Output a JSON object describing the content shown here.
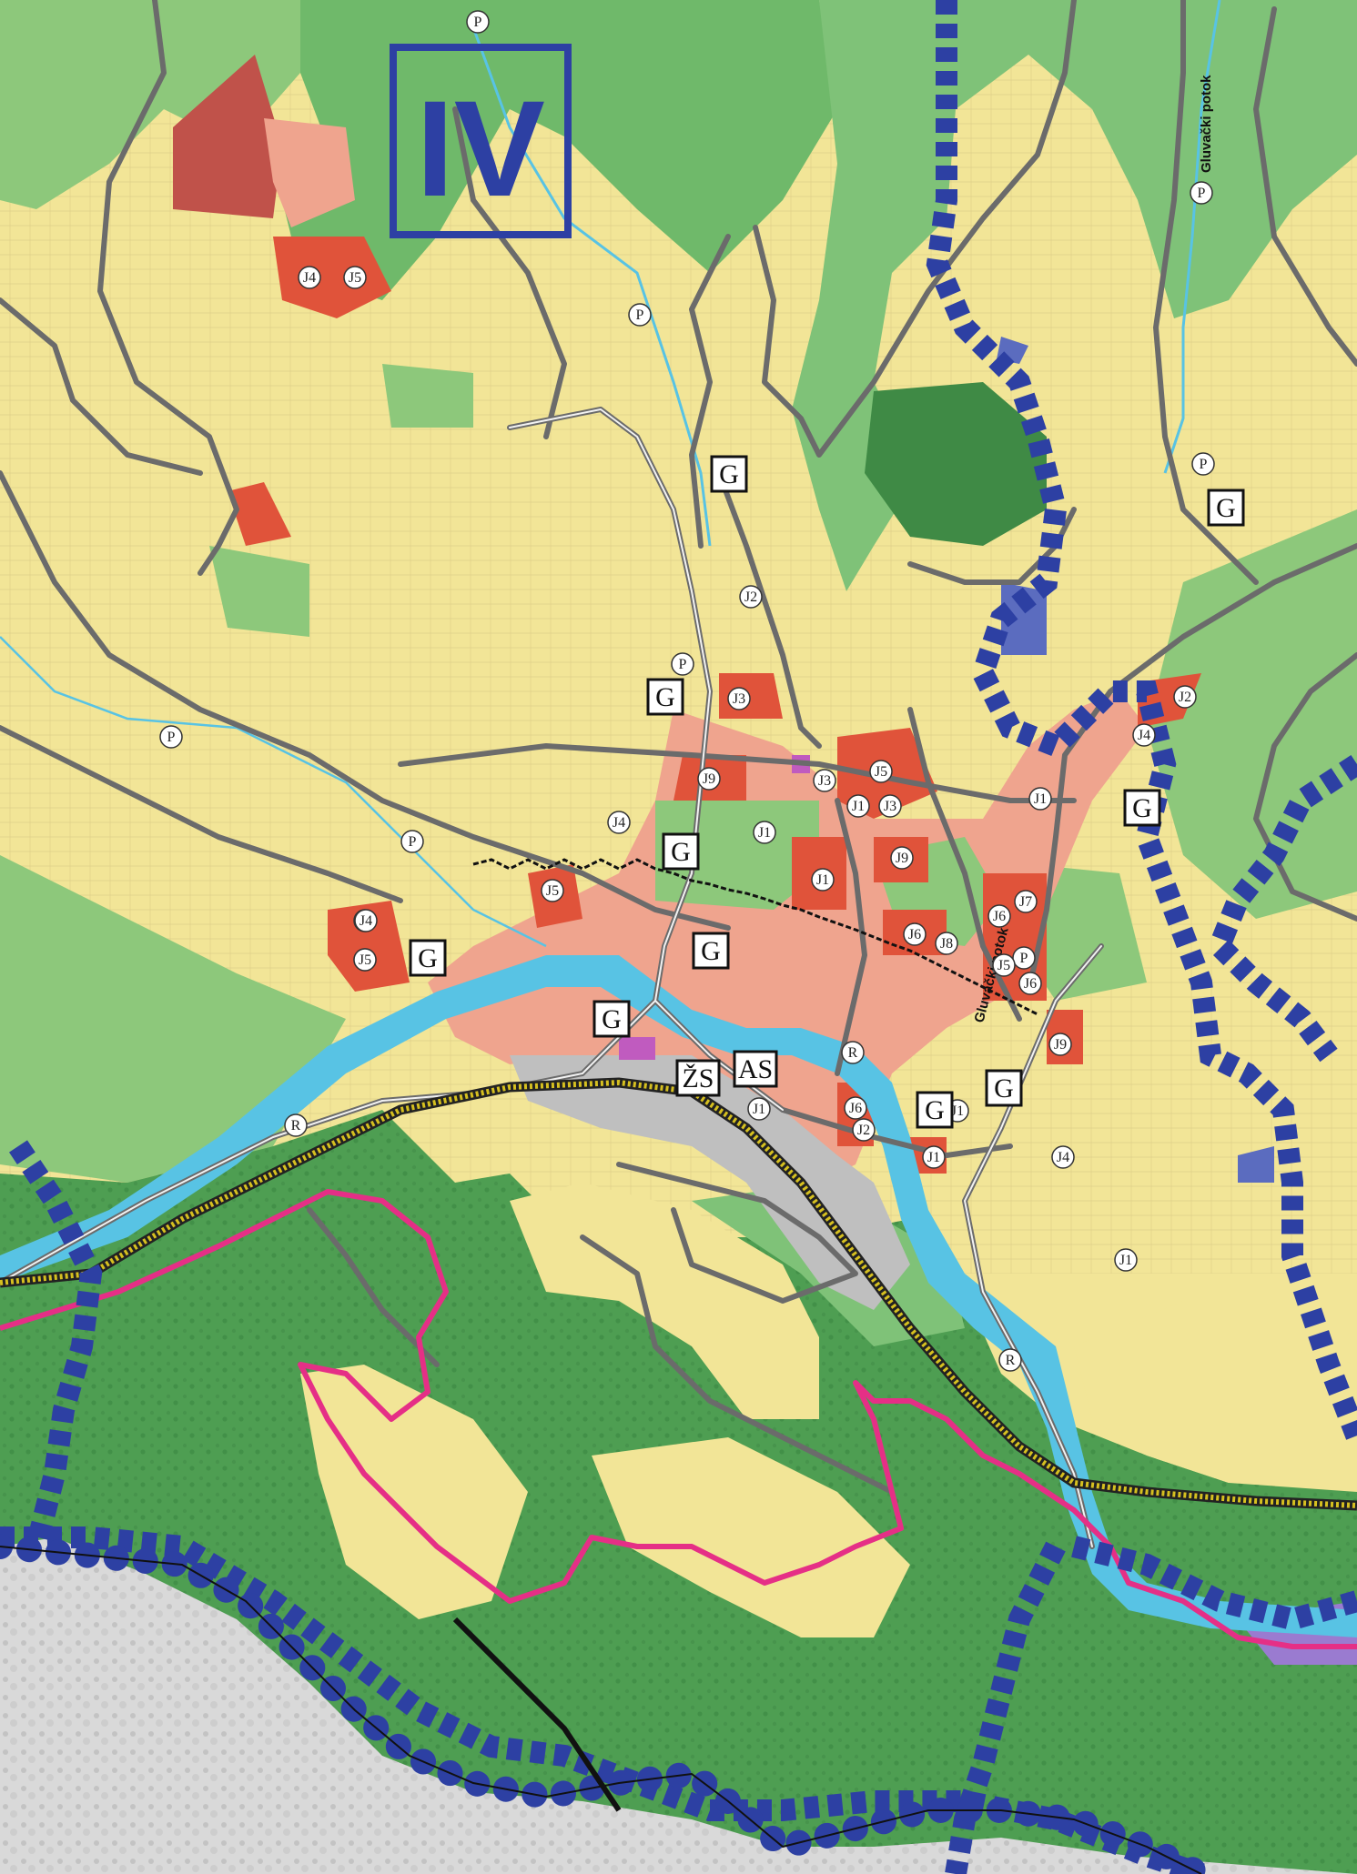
{
  "sector_label": "IV",
  "stream_name_1": "Gluvački potok",
  "stream_name_2": "Gluvački potok",
  "colors": {
    "residential": "#f2e597",
    "green": "#8dc87b",
    "forest": "#4e9e52",
    "center": "#efa48e",
    "public": "#e0533a",
    "river": "#58c3e4",
    "boundary_blue": "#2d40a3",
    "protected_pink": "#e52f86",
    "road": "#6b6b6b",
    "railway": "#d6c020"
  },
  "labels": {
    "l1": "P",
    "l2": "P",
    "l3": "P",
    "l4": "P",
    "l5": "P",
    "l6": "P",
    "l7": "P",
    "l8": "J5",
    "l9": "J4",
    "l10": "J5",
    "l11": "J4",
    "l12": "J2",
    "l13": "J3",
    "l14": "J9",
    "l15": "J5",
    "l16": "J3",
    "l17": "J1",
    "l18": "J3",
    "l19": "J2",
    "l20": "J4",
    "l21": "J1",
    "l22": "J1",
    "l23": "J4",
    "l24": "J1",
    "l25": "J9",
    "l26": "J5",
    "l27": "J4",
    "l28": "J5",
    "l29": "J7",
    "l30": "J6",
    "l31": "J6",
    "l32": "J8",
    "l33": "P",
    "l34": "J5",
    "l35": "J6",
    "l36": "J9",
    "l37": "R",
    "l38": "J6",
    "l39": "J2",
    "l40": "J1",
    "l41": "J1",
    "l42": "J1",
    "l43": "J4",
    "l44": "J1",
    "l45": "R",
    "l46": "R",
    "g1": "G",
    "g2": "G",
    "g3": "G",
    "g4": "G",
    "g5": "G",
    "g6": "G",
    "g7": "G",
    "g8": "G",
    "g9": "G",
    "g10": "G",
    "zs": "ŽS",
    "as": "AS"
  }
}
